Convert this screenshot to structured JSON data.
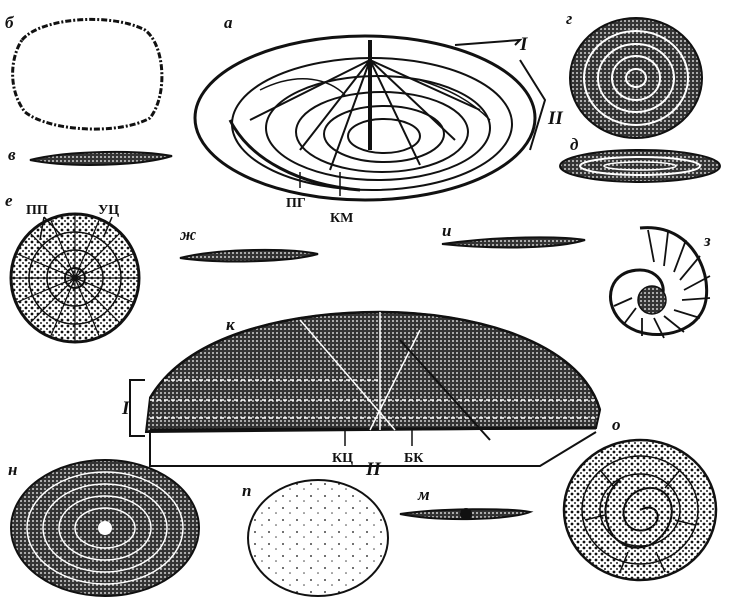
{
  "figure": {
    "panel_labels": {
      "a": "а",
      "b": "б",
      "v": "в",
      "g": "г",
      "d": "д",
      "e": "е",
      "zh": "ж",
      "i_top": "и",
      "z": "з",
      "k": "к",
      "n": "н",
      "p": "п",
      "m": "м",
      "o": "о"
    },
    "callouts": {
      "pg": "ПГ",
      "km": "КМ",
      "pp": "ПП",
      "uts": "УЦ",
      "kts": "КЦ",
      "bk": "БК"
    },
    "roman": {
      "one_a": "I",
      "two_a": "II",
      "one_k": "I",
      "two_k": "II"
    }
  }
}
